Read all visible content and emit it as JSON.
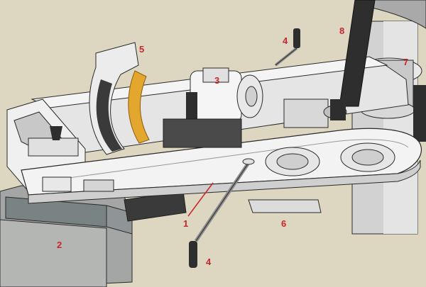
{
  "colors": {
    "background": "#ddd6c0",
    "label": "#c8262e",
    "metal_light": "#f4f4f4",
    "metal_shadow": "#c6c6c6",
    "outline": "#2a2a2a",
    "stone": "#8a9192",
    "gear": "#e3a72e",
    "dark_part": "#2e2e2e"
  },
  "callouts": {
    "c1": "1",
    "c2": "2",
    "c3": "3",
    "c4a": "4",
    "c4b": "4",
    "c5": "5",
    "c6": "6",
    "c7": "7",
    "c8": "8"
  }
}
